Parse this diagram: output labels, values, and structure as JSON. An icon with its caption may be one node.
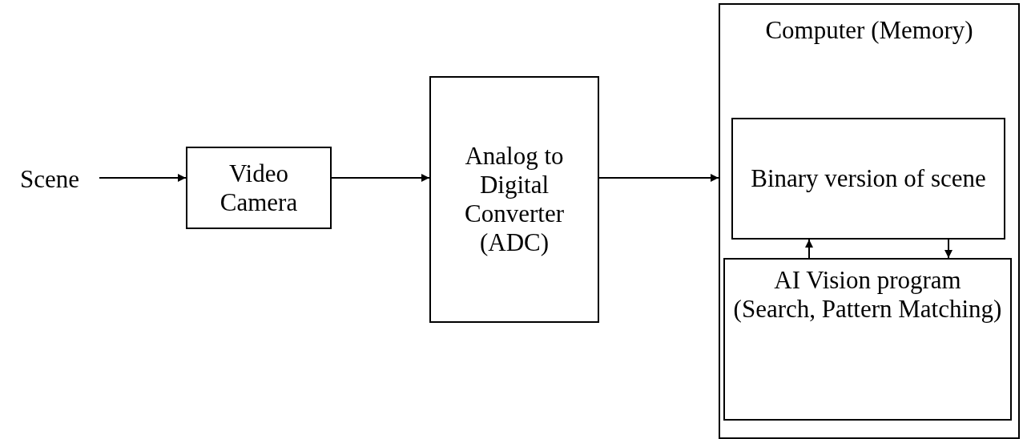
{
  "diagram": {
    "nodes": [
      {
        "text": [
          "Scene"
        ]
      },
      {
        "text": [
          "Video Camera"
        ]
      },
      {
        "text": [
          "Analog to Digital Converter (ADC)"
        ]
      },
      {
        "text": [
          "Computer (Memory)"
        ]
      },
      {
        "text": [
          "Binary version of scene"
        ],
        "in": 3
      },
      {
        "text": [
          "AI Vision program (Search, Pattern Matching)"
        ],
        "in": 3
      }
    ],
    "edges": [
      {
        "from": 0,
        "to": 1,
        "arrow": "to"
      },
      {
        "from": 1,
        "to": 2,
        "arrow": "to"
      },
      {
        "from": 2,
        "to": 3,
        "arrow": "to"
      },
      {
        "from": 5,
        "to": 4,
        "arrow": "to"
      },
      {
        "from": 4,
        "to": 5,
        "arrow": "to"
      }
    ]
  }
}
